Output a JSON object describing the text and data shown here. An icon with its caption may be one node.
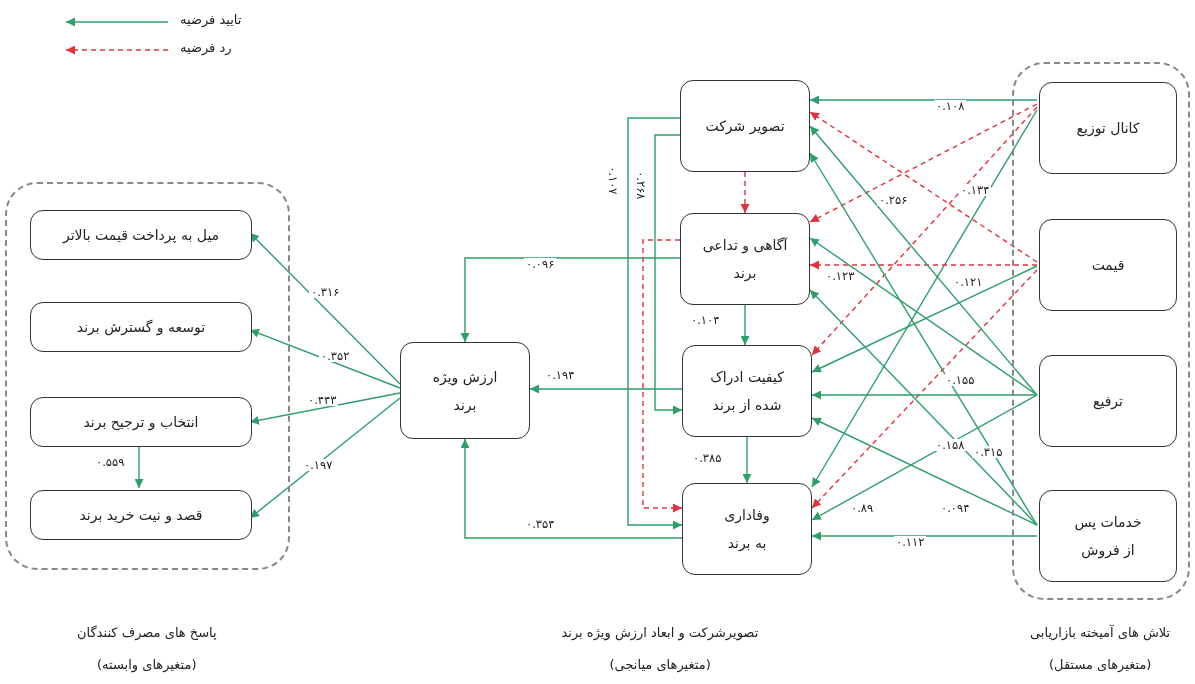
{
  "diagram": {
    "nodes": [
      {
        "text": [],
        "shape": "box"
      },
      {
        "text": [
          "میل به پرداخت قیمت بالاتر"
        ],
        "in": 0
      },
      {
        "text": [
          "توسعه و گسترش برند"
        ],
        "in": 0
      },
      {
        "text": [
          "انتخاب و ترجیح برند"
        ],
        "in": 0
      },
      {
        "text": [
          "قصد و نیت خرید برند"
        ],
        "in": 0
      },
      {
        "text": [
          "ارزش ویژه برند"
        ]
      },
      {
        "text": [
          "تصویر شرکت"
        ]
      },
      {
        "text": [
          "آگاهی و تداعی برند"
        ]
      },
      {
        "text": [
          "کیفیت ادراک شده از برند"
        ]
      },
      {
        "text": [
          "وفاداری به برند"
        ]
      },
      {
        "text": [],
        "shape": "box"
      },
      {
        "text": [
          "کانال توزیع"
        ],
        "in": 10
      },
      {
        "text": [
          "قیمت"
        ],
        "in": 10
      },
      {
        "text": [
          "ترفیع"
        ],
        "in": 10
      },
      {
        "text": [
          "خدمات پس از فروش"
        ],
        "in": 10
      }
    ],
    "edges": [
      {
        "from": 5,
        "to": 1,
        "arrow": "to",
        "label": "۰.۳۱۶"
      },
      {
        "from": 5,
        "to": 2,
        "arrow": "to",
        "label": "۰.۳۵۲"
      },
      {
        "from": 5,
        "to": 3,
        "arrow": "to",
        "label": "۰.۴۴۳"
      },
      {
        "from": 5,
        "to": 4,
        "arrow": "to",
        "label": "۰.۱۹۷"
      },
      {
        "from": 3,
        "to": 4,
        "arrow": "to",
        "label": "۰.۵۵۹"
      },
      {
        "from": 7,
        "to": 5,
        "arrow": "to",
        "label": "۰.۰۹۶"
      },
      {
        "from": 8,
        "to": 5,
        "arrow": "to",
        "label": "۰.۱۹۴"
      },
      {
        "from": 9,
        "to": 5,
        "arrow": "to",
        "label": "۰.۳۵۴"
      },
      {
        "from": 6,
        "to": 7,
        "arrow": "to",
        "style": "dashed",
        "color": "#e0323c"
      },
      {
        "from": 7,
        "to": 8,
        "arrow": "to",
        "label": "۰.۱۰۴"
      },
      {
        "from": 8,
        "to": 9,
        "arrow": "to",
        "label": "۰.۳۸۵"
      },
      {
        "from": 6,
        "to": 9,
        "arrow": "to",
        "label": "۰.۱۰۷"
      },
      {
        "from": 6,
        "to": 8,
        "arrow": "to",
        "label": "۰.۲۶۸"
      },
      {
        "from": 7,
        "to": 9,
        "arrow": "to",
        "style": "dashed",
        "color": "#e0323c"
      },
      {
        "from": 11,
        "to": 6,
        "arrow": "to",
        "label": "۰.۱۰۸"
      },
      {
        "from": 11,
        "to": 7,
        "arrow": "to",
        "style": "dashed",
        "color": "#e0323c"
      },
      {
        "from": 11,
        "to": 8,
        "arrow": "to",
        "style": "dashed",
        "color": "#e0323c"
      },
      {
        "from": 11,
        "to": 9,
        "arrow": "to",
        "label": "۰.۱۳۴"
      },
      {
        "from": 12,
        "to": 6,
        "arrow": "to",
        "style": "dashed",
        "color": "#e0323c"
      },
      {
        "from": 12,
        "to": 7,
        "arrow": "to",
        "style": "dashed",
        "color": "#e0323c"
      },
      {
        "from": 12,
        "to": 8,
        "arrow": "to",
        "label": "۰.۱۲۱"
      },
      {
        "from": 12,
        "to": 9,
        "arrow": "to",
        "style": "dashed",
        "color": "#e0323c"
      },
      {
        "from": 13,
        "to": 6,
        "arrow": "to",
        "label": "۰.۲۵۶"
      },
      {
        "from": 13,
        "to": 7,
        "arrow": "to",
        "label": "۰.۱۲۳"
      },
      {
        "from": 13,
        "to": 8,
        "arrow": "to",
        "label": "۰.۱۵۵"
      },
      {
        "from": 13,
        "to": 9,
        "arrow": "to",
        "label": "۰.۸۹"
      },
      {
        "from": 14,
        "to": 6,
        "arrow": "to",
        "label": "۰.۳۱۵"
      },
      {
        "from": 14,
        "to": 7,
        "arrow": "to",
        "label": "۰.۱۵۸"
      },
      {
        "from": 14,
        "to": 8,
        "arrow": "to",
        "label": "۰.۰۹۴"
      },
      {
        "from": 14,
        "to": 9,
        "arrow": "to",
        "label": "۰.۱۱۲"
      }
    ],
    "labels": [
      "پاسخ های مصرف کنندگان",
      "(متغیرهای وابسته)",
      "تصویرشرکت و ابعاد ارزش ویژه برند",
      "(متغیرهای میانجی)",
      "تلاش های آمیخته بازاریابی",
      "(متغیرهای مستقل)"
    ],
    "legend": [
      {
        "text": "تایید فرضیه"
      },
      {
        "text": "رد فرضیه"
      }
    ]
  }
}
